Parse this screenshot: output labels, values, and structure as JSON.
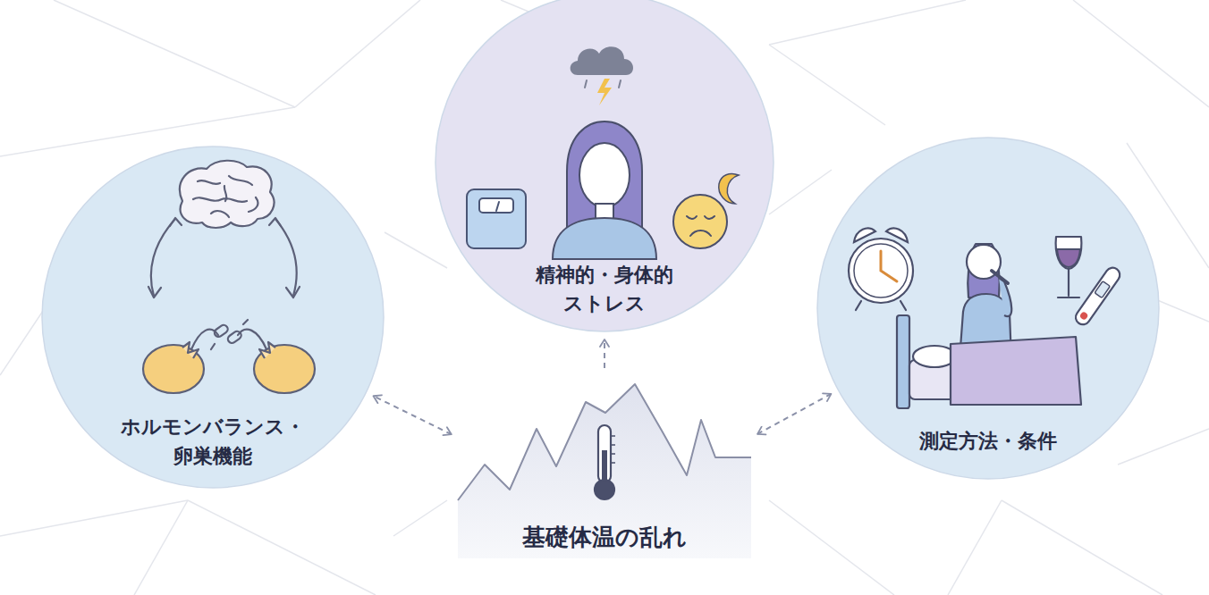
{
  "diagram": {
    "nodes": [
      {
        "text": [
          "ホルモンバランス・ 卵巣機能"
        ]
      },
      {
        "text": [
          "精神的・身体的 ストレス"
        ]
      },
      {
        "text": [
          "測定方法・条件"
        ]
      },
      {
        "text": [
          "基礎体温の乱れ"
        ]
      }
    ],
    "edges": [
      {
        "from": 3,
        "to": 0,
        "arrow": "both"
      },
      {
        "from": 3,
        "to": 1,
        "arrow": "to"
      },
      {
        "from": 3,
        "to": 2,
        "arrow": "both"
      }
    ]
  }
}
